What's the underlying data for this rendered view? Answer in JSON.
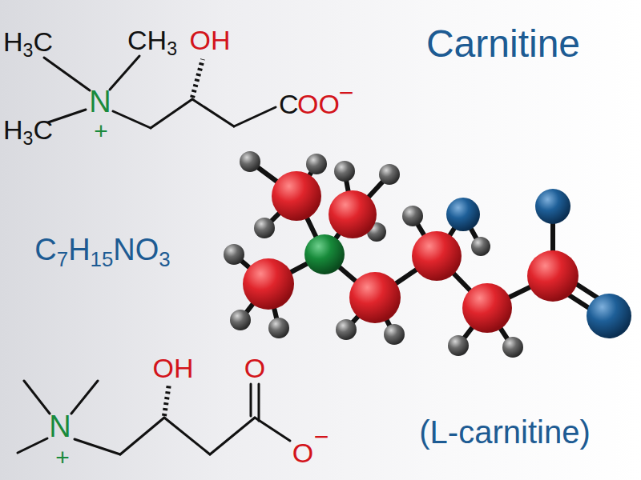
{
  "diagram": {
    "title": "Carnitine",
    "caption": "(L-carnitine)",
    "labels": [
      "H3C",
      "CH3",
      "OH",
      "H3C",
      "N",
      "+",
      "C",
      "OO",
      "−",
      "C7H15NO3",
      "OH",
      "O",
      "N",
      "+",
      "O",
      "−"
    ]
  }
}
